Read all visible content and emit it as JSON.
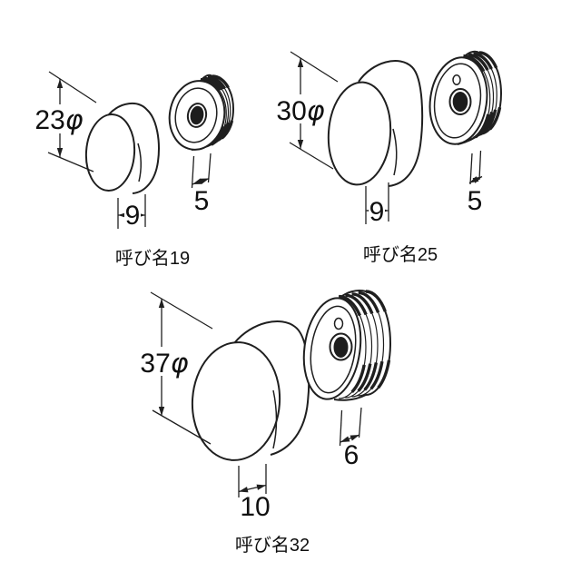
{
  "groups": [
    {
      "label": "呼び名19",
      "diameter_value": "23",
      "diameter_symbol": "φ",
      "cap_width": "9",
      "insert_width": "5"
    },
    {
      "label": "呼び名25",
      "diameter_value": "30",
      "diameter_symbol": "φ",
      "cap_width": "9",
      "insert_width": "5"
    },
    {
      "label": "呼び名32",
      "diameter_value": "37",
      "diameter_symbol": "φ",
      "cap_width": "10",
      "insert_width": "6"
    }
  ],
  "colors": {
    "line": "#1f1f1f",
    "text": "#101010",
    "background": "#ffffff",
    "hole_fill": "#1d1d1d"
  }
}
